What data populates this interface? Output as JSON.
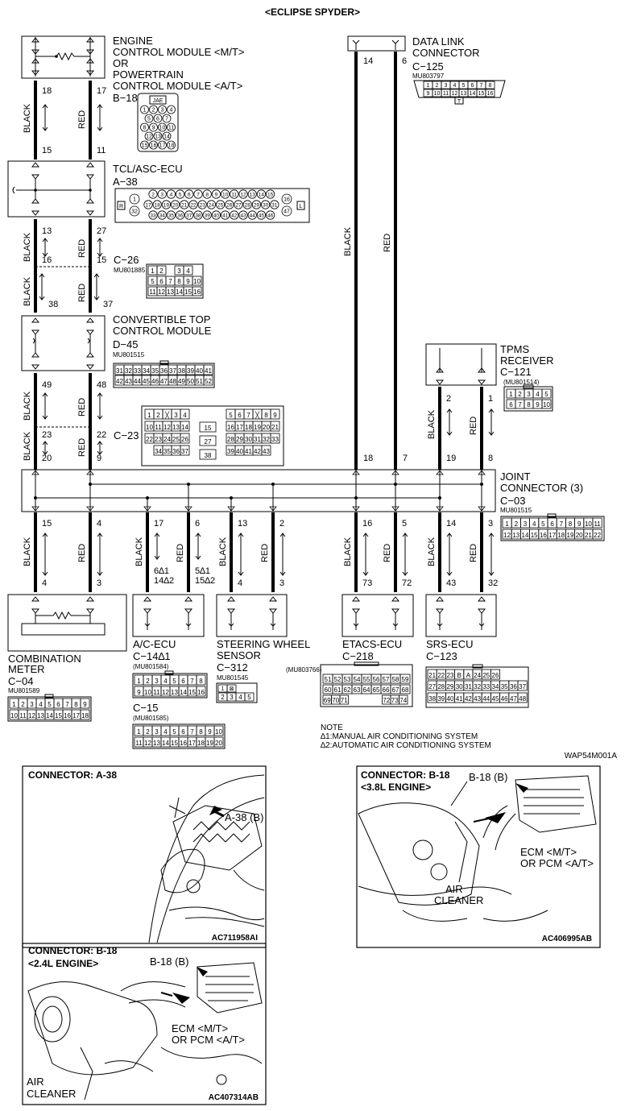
{
  "title": "<ECLIPSE SPYDER>",
  "figure_id": "WAP54M001A",
  "note": {
    "heading": "NOTE",
    "lines": [
      "∆1:MANUAL AIR CONDITIONING SYSTEM",
      "∆2:AUTOMATIC AIR CONDITIONING SYSTEM"
    ]
  },
  "components": {
    "ecm": {
      "lines": [
        "ENGINE",
        "CONTROL MODULE <M/T>",
        "OR",
        "POWERTRAIN",
        "CONTROL MODULE <A/T>"
      ],
      "connector": "B−18",
      "part": "JAE"
    },
    "tcl": {
      "lines": [
        "TCL/ASC-ECU"
      ],
      "connector": "A−38"
    },
    "c26": {
      "connector": "C−26",
      "part": "MU801885"
    },
    "cvt": {
      "lines": [
        "CONVERTIBLE TOP",
        "CONTROL MODULE"
      ],
      "connector": "D−45",
      "part": "MU801515"
    },
    "c23": {
      "connector": "C−23"
    },
    "dlc": {
      "lines": [
        "DATA LINK",
        "CONNECTOR"
      ],
      "connector": "C−125",
      "part": "MU803797"
    },
    "tpms": {
      "lines": [
        "TPMS",
        "RECEIVER"
      ],
      "connector": "C−121",
      "part": "(MU801514)"
    },
    "joint": {
      "lines": [
        "JOINT",
        "CONNECTOR (3)"
      ],
      "connector": "C−03",
      "part": "MU801515"
    },
    "meter": {
      "lines": [
        "COMBINATION",
        "METER"
      ],
      "connector": "C−04",
      "part": "MU801589"
    },
    "acecu": {
      "lines": [
        "A/C-ECU"
      ],
      "connector": "C−14∆1",
      "part": "(MU801584)",
      "connector2": "C−15",
      "part2": "(MU801585)"
    },
    "steer": {
      "lines": [
        "STEERING WHEEL",
        "SENSOR"
      ],
      "connector": "C−312",
      "part": "MU801545"
    },
    "etacs": {
      "lines": [
        "ETACS-ECU"
      ],
      "connector": "C−218",
      "part": "(MU803766)"
    },
    "srs": {
      "lines": [
        "SRS-ECU"
      ],
      "connector": "C−123"
    }
  },
  "wire_colors": {
    "black": "BLACK",
    "red": "RED"
  },
  "pins": {
    "ecm_black_top": "18",
    "ecm_red_top": "17",
    "ecm_black_bot": "15",
    "ecm_red_bot": "11",
    "tcl_black": "13",
    "tcl_red": "27",
    "c26_black_a": "16",
    "c26_red_a": "15",
    "c26_black_b": "38",
    "c26_red_b": "37",
    "cvt_black": "49",
    "cvt_red": "48",
    "c23_black_a": "23",
    "c23_red_a": "22",
    "c23_black_b": "20",
    "c23_red_b": "9",
    "dlc_black": "14",
    "dlc_red": "6",
    "tpms_black": "2",
    "tpms_red": "1",
    "jc_top": [
      "18",
      "7",
      "19",
      "8"
    ],
    "jc_bot": [
      "15",
      "4",
      "17",
      "6",
      "13",
      "2",
      "16",
      "5",
      "14",
      "3"
    ],
    "meter": [
      "4",
      "3"
    ],
    "ac_black": [
      "6∆1",
      "14∆2"
    ],
    "ac_red": [
      "5∆1",
      "15∆2"
    ],
    "steer": [
      "4",
      "3"
    ],
    "etacs": [
      "73",
      "72"
    ],
    "srs": [
      "43",
      "32"
    ]
  },
  "connector_pins": {
    "b18": [
      [
        "1",
        "2",
        "3",
        "4"
      ],
      [
        "5",
        "6",
        "7"
      ],
      [
        "8",
        "9",
        "10",
        "11"
      ],
      [
        "12",
        "13",
        "14"
      ],
      [
        "15",
        "16",
        "17",
        "18"
      ]
    ],
    "a38_row1": [
      "2",
      "3",
      "4",
      "5",
      "6",
      "7",
      "8",
      "9",
      "10",
      "11",
      "12",
      "13",
      "14",
      "15"
    ],
    "a38_row2": [
      "17",
      "18",
      "19",
      "20",
      "21",
      "22",
      "23",
      "24",
      "25",
      "26",
      "27",
      "28",
      "29",
      "30",
      "31"
    ],
    "a38_row3": [
      "33",
      "34",
      "35",
      "36",
      "37",
      "38",
      "39",
      "40",
      "41",
      "42",
      "43",
      "44",
      "45",
      "46"
    ],
    "a38_side": [
      "1",
      "32",
      "16",
      "47"
    ],
    "a38_keys": [
      "R",
      "L"
    ],
    "c26_row1": [
      "1",
      "2",
      "",
      "3",
      "4"
    ],
    "c26_row2": [
      "5",
      "6",
      "7",
      "8",
      "9",
      "10"
    ],
    "c26_row3": [
      "11",
      "12",
      "13",
      "14",
      "15",
      "16"
    ],
    "d45_row1": [
      "31",
      "32",
      "33",
      "34",
      "35",
      "36",
      "37",
      "38",
      "39",
      "40",
      "41"
    ],
    "d45_row2": [
      "42",
      "43",
      "44",
      "45",
      "46",
      "47",
      "48",
      "49",
      "50",
      "51",
      "52"
    ],
    "c125_row1": [
      "1",
      "2",
      "3",
      "4",
      "5",
      "6",
      "7",
      "8"
    ],
    "c125_row2": [
      "9",
      "10",
      "11",
      "12",
      "13",
      "14",
      "15",
      "16"
    ],
    "c125_key": "T",
    "c121_row1": [
      "1",
      "2",
      "3",
      "4",
      "5"
    ],
    "c121_row2": [
      "6",
      "7",
      "8",
      "9",
      "10"
    ],
    "c03_row1": [
      "1",
      "2",
      "3",
      "4",
      "5",
      "6",
      "7",
      "8",
      "9",
      "10",
      "11"
    ],
    "c03_row2": [
      "12",
      "13",
      "14",
      "15",
      "16",
      "17",
      "18",
      "19",
      "20",
      "21",
      "22"
    ],
    "c04_row1": [
      "1",
      "2",
      "3",
      "4",
      "5",
      "6",
      "7",
      "8",
      "9"
    ],
    "c04_row2": [
      "10",
      "11",
      "12",
      "13",
      "14",
      "15",
      "16",
      "17",
      "18"
    ],
    "c14_row1": [
      "1",
      "2",
      "3",
      "4",
      "5",
      "6",
      "7",
      "8"
    ],
    "c14_row2": [
      "9",
      "10",
      "11",
      "12",
      "13",
      "14",
      "15",
      "16"
    ],
    "c15_row1": [
      "1",
      "2",
      "3",
      "4",
      "5",
      "6",
      "7",
      "8",
      "9",
      "10"
    ],
    "c15_row2": [
      "11",
      "12",
      "13",
      "14",
      "15",
      "16",
      "17",
      "18",
      "19",
      "20"
    ],
    "c312_row1": [
      "1",
      "⊠"
    ],
    "c312_row2": [
      "2",
      "3",
      "4",
      "5"
    ],
    "c218_row1": [
      "51",
      "52",
      "53",
      "54",
      "55",
      "56",
      "57",
      "58",
      "59"
    ],
    "c218_row2": [
      "60",
      "61",
      "62",
      "63",
      "64",
      "65",
      "66",
      "67",
      "68"
    ],
    "c218_row3": [
      "69",
      "70",
      "71",
      "",
      "",
      "",
      "",
      "72",
      "73",
      "74"
    ],
    "c123_row1": [
      "21",
      "22",
      "23",
      "B",
      "A",
      "24",
      "25",
      "26"
    ],
    "c123_row2": [
      "27",
      "28",
      "29",
      "30",
      "31",
      "32",
      "33",
      "34",
      "35",
      "36",
      "37"
    ],
    "c123_row3": [
      "38",
      "39",
      "40",
      "41",
      "42",
      "43",
      "44",
      "45",
      "46",
      "47",
      "48"
    ],
    "c23_g1": [
      [
        "1",
        "2",
        "╳",
        "3",
        "4"
      ],
      [
        "10",
        "11",
        "12",
        "13",
        "14"
      ],
      [
        "22",
        "23",
        "24",
        "25",
        "26"
      ],
      [
        "",
        "34",
        "35",
        "36",
        "37"
      ]
    ],
    "c23_g2": [
      [
        "15"
      ],
      [
        "27"
      ],
      [
        "38"
      ]
    ],
    "c23_g3": [
      [
        "5",
        "6",
        "7",
        "╳",
        "8",
        "9"
      ],
      [
        "16",
        "17",
        "18",
        "19",
        "20",
        "21"
      ],
      [
        "28",
        "29",
        "30",
        "31",
        "32",
        "33"
      ],
      [
        "39",
        "40",
        "41",
        "42",
        "43"
      ]
    ]
  },
  "photos": {
    "a38": {
      "title": "CONNECTOR: A-38",
      "callout": "A-38 (B)",
      "code": "AC711958AI"
    },
    "b18_38": {
      "title": "CONNECTOR: B-18",
      "subtitle": "<3.8L ENGINE>",
      "callout": "B-18 (B)",
      "label1": "ECM <M/T>",
      "label2": "OR PCM <A/T>",
      "label3": "AIR",
      "label4": "CLEANER",
      "code": "AC406995AB"
    },
    "b18_24": {
      "title": "CONNECTOR: B-18",
      "subtitle": "<2.4L ENGINE>",
      "callout": "B-18 (B)",
      "label1": "ECM <M/T>",
      "label2": "OR PCM <A/T>",
      "label3": "AIR",
      "label4": "CLEANER",
      "code": "AC407314AB"
    }
  }
}
